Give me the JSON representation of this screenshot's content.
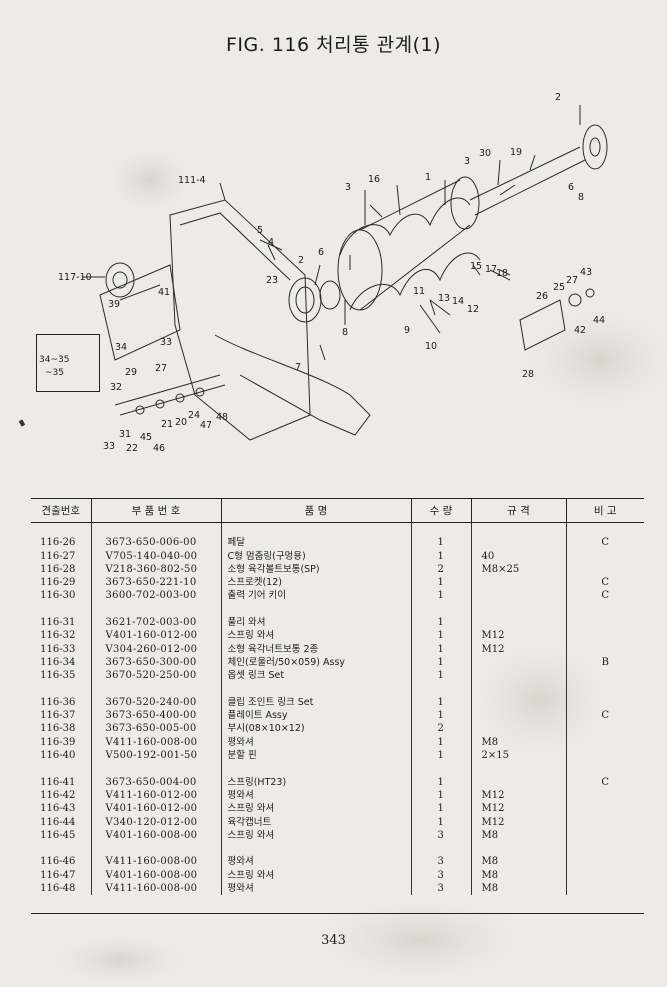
{
  "title": "FIG. 116 처리통 관계(1)",
  "diagram": {
    "callout_label_a": "34~35",
    "callout_label_b": "~35",
    "callouts": [
      "111-4",
      "117-10",
      "3",
      "16",
      "1",
      "30",
      "19",
      "2",
      "6",
      "8",
      "5",
      "4",
      "23",
      "2",
      "6",
      "7",
      "8",
      "15",
      "17",
      "18",
      "11",
      "13",
      "14",
      "12",
      "9",
      "10",
      "26",
      "25",
      "27",
      "43",
      "42",
      "44",
      "28",
      "41",
      "39",
      "33",
      "34",
      "29",
      "27",
      "32",
      "24",
      "48",
      "20",
      "21",
      "47",
      "31",
      "45",
      "33",
      "22",
      "46"
    ]
  },
  "table": {
    "headers": {
      "no": "견출번호",
      "part": "부 품 번 호",
      "name": "품 명",
      "qty": "수 량",
      "spec": "규 격",
      "remark": "비 고"
    },
    "groups": [
      [
        {
          "no": "116-26",
          "part": "3673-650-006-00",
          "name": "페달",
          "qty": "1",
          "spec": "",
          "remark": "C"
        },
        {
          "no": "116-27",
          "part": "V705-140-040-00",
          "name": "C형 멈춤링(구멍용)",
          "qty": "1",
          "spec": "40",
          "remark": ""
        },
        {
          "no": "116-28",
          "part": "V218-360-802-50",
          "name": "소형 육각볼트보통(SP)",
          "qty": "2",
          "spec": "M8×25",
          "remark": ""
        },
        {
          "no": "116-29",
          "part": "3673-650-221-10",
          "name": "스프로켓(12)",
          "qty": "1",
          "spec": "",
          "remark": "C"
        },
        {
          "no": "116-30",
          "part": "3600-702-003-00",
          "name": "출력 기어 키이",
          "qty": "1",
          "spec": "",
          "remark": "C"
        }
      ],
      [
        {
          "no": "116-31",
          "part": "3621-702-003-00",
          "name": "풀리 와셔",
          "qty": "1",
          "spec": "",
          "remark": ""
        },
        {
          "no": "116-32",
          "part": "V401-160-012-00",
          "name": "스프링 와셔",
          "qty": "1",
          "spec": "M12",
          "remark": ""
        },
        {
          "no": "116-33",
          "part": "V304-260-012-00",
          "name": "소형 육각너트보통 2종",
          "qty": "1",
          "spec": "M12",
          "remark": ""
        },
        {
          "no": "116-34",
          "part": "3673-650-300-00",
          "name": "체인(로울러/50×059) Assy",
          "qty": "1",
          "spec": "",
          "remark": "B"
        },
        {
          "no": "116-35",
          "part": "3670-520-250-00",
          "name": "옵셋 링크 Set",
          "qty": "1",
          "spec": "",
          "remark": ""
        }
      ],
      [
        {
          "no": "116-36",
          "part": "3670-520-240-00",
          "name": "클립 조인트 링크 Set",
          "qty": "1",
          "spec": "",
          "remark": ""
        },
        {
          "no": "116-37",
          "part": "3673-650-400-00",
          "name": "플레이트 Assy",
          "qty": "1",
          "spec": "",
          "remark": "C"
        },
        {
          "no": "116-38",
          "part": "3673-650-005-00",
          "name": "부시(08×10×12)",
          "qty": "2",
          "spec": "",
          "remark": ""
        },
        {
          "no": "116-39",
          "part": "V411-160-008-00",
          "name": "평와셔",
          "qty": "1",
          "spec": "M8",
          "remark": ""
        },
        {
          "no": "116-40",
          "part": "V500-192-001-50",
          "name": "분할 핀",
          "qty": "1",
          "spec": "2×15",
          "remark": ""
        }
      ],
      [
        {
          "no": "116-41",
          "part": "3673-650-004-00",
          "name": "스프링(HT23)",
          "qty": "1",
          "spec": "",
          "remark": "C"
        },
        {
          "no": "116-42",
          "part": "V411-160-012-00",
          "name": "평와셔",
          "qty": "1",
          "spec": "M12",
          "remark": ""
        },
        {
          "no": "116-43",
          "part": "V401-160-012-00",
          "name": "스프링 와셔",
          "qty": "1",
          "spec": "M12",
          "remark": ""
        },
        {
          "no": "116-44",
          "part": "V340-120-012-00",
          "name": "육각캡너트",
          "qty": "1",
          "spec": "M12",
          "remark": ""
        },
        {
          "no": "116-45",
          "part": "V401-160-008-00",
          "name": "스프링 와셔",
          "qty": "3",
          "spec": "M8",
          "remark": ""
        }
      ],
      [
        {
          "no": "116-46",
          "part": "V411-160-008-00",
          "name": "평와셔",
          "qty": "3",
          "spec": "M8",
          "remark": ""
        },
        {
          "no": "116-47",
          "part": "V401-160-008-00",
          "name": "스프링 와셔",
          "qty": "3",
          "spec": "M8",
          "remark": ""
        },
        {
          "no": "116-48",
          "part": "V411-160-008-00",
          "name": "평와셔",
          "qty": "3",
          "spec": "M8",
          "remark": ""
        }
      ]
    ]
  },
  "page_number": "343"
}
